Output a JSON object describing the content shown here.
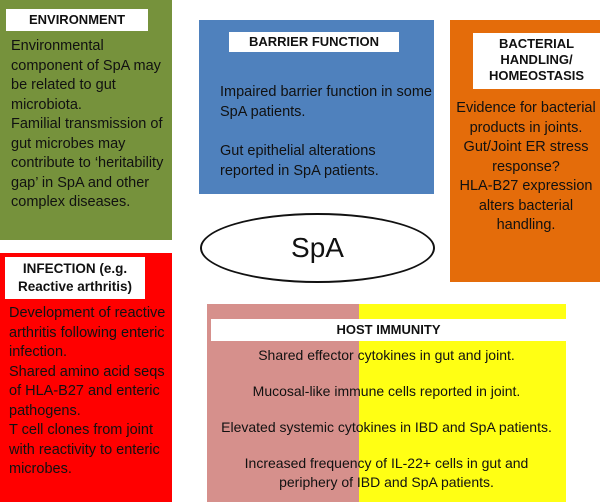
{
  "colors": {
    "environment": "#76923c",
    "barrier": "#4f81bd",
    "bacterial": "#e46c0a",
    "infection": "#ff0000",
    "host_left": "#d6908c",
    "host_right": "#ffff14"
  },
  "environment": {
    "title": "ENVIRONMENT",
    "paragraphs": [
      "Environmental component of SpA may be related to gut microbiota.",
      "Familial transmission of gut microbes may contribute to ‘heritability gap’ in SpA and other complex diseases."
    ]
  },
  "barrier": {
    "title": "BARRIER FUNCTION",
    "paragraphs": [
      "Impaired barrier function in some SpA patients.",
      "Gut epithelial alterations reported in SpA patients."
    ]
  },
  "bacterial": {
    "title_line1": "BACTERIAL",
    "title_line2": "HANDLING/",
    "title_line3": "HOMEOSTASIS",
    "paragraphs": [
      "Evidence for bacterial products in joints.",
      "Gut/Joint ER stress response?",
      "HLA-B27 expression alters bacterial handling."
    ]
  },
  "center": {
    "label": "SpA"
  },
  "infection": {
    "title_line1": "INFECTION (e.g.",
    "title_line2": "Reactive arthritis)",
    "paragraphs": [
      "Development of reactive arthritis following enteric infection.",
      "Shared amino acid seqs of HLA-B27 and enteric pathogens.",
      "T cell clones from joint with reactivity to enteric microbes."
    ]
  },
  "host": {
    "title": "HOST IMMUNITY",
    "paragraphs": [
      "Shared effector cytokines in gut and joint.",
      "Mucosal-like immune cells reported in joint.",
      "Elevated systemic cytokines in IBD and SpA patients.",
      "Increased frequency of IL-22+ cells in gut and periphery of IBD and SpA patients."
    ]
  }
}
